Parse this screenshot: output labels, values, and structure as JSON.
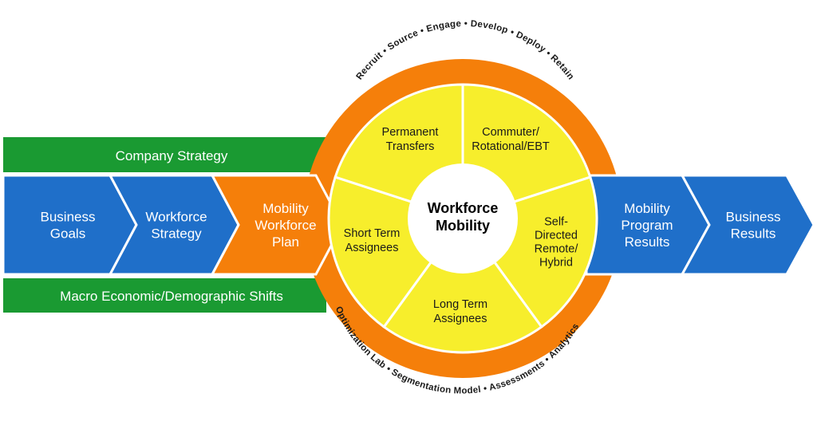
{
  "colors": {
    "green": "#1a9a32",
    "blue": "#1f6fc9",
    "orange": "#f57f0a",
    "yellow": "#f7ee2c",
    "white": "#ffffff"
  },
  "bands": {
    "top": "Company Strategy",
    "bottom": "Macro Economic/Demographic Shifts"
  },
  "chevrons": [
    {
      "lines": [
        "Business",
        "Goals"
      ]
    },
    {
      "lines": [
        "Workforce",
        "Strategy"
      ]
    },
    {
      "lines": [
        "Mobility",
        "Workforce",
        "Plan"
      ]
    }
  ],
  "results": [
    {
      "lines": [
        "Mobility",
        "Program",
        "Results"
      ]
    },
    {
      "lines": [
        "Business",
        "Results"
      ]
    }
  ],
  "center": {
    "lines": [
      "Workforce",
      "Mobility"
    ]
  },
  "segments": [
    {
      "lines": [
        "Permanent",
        "Transfers"
      ]
    },
    {
      "lines": [
        "Commuter/",
        "Rotational/EBT"
      ]
    },
    {
      "lines": [
        "Self-",
        "Directed",
        "Remote/",
        "Hybrid"
      ]
    },
    {
      "lines": [
        "Long Term",
        "Assignees"
      ]
    },
    {
      "lines": [
        "Short Term",
        "Assignees"
      ]
    }
  ],
  "ring_top": "Recruit • Source • Engage • Develop • Deploy • Retain",
  "ring_bottom": "Optimization Lab • Segmentation Model • Assessments • Analytics"
}
